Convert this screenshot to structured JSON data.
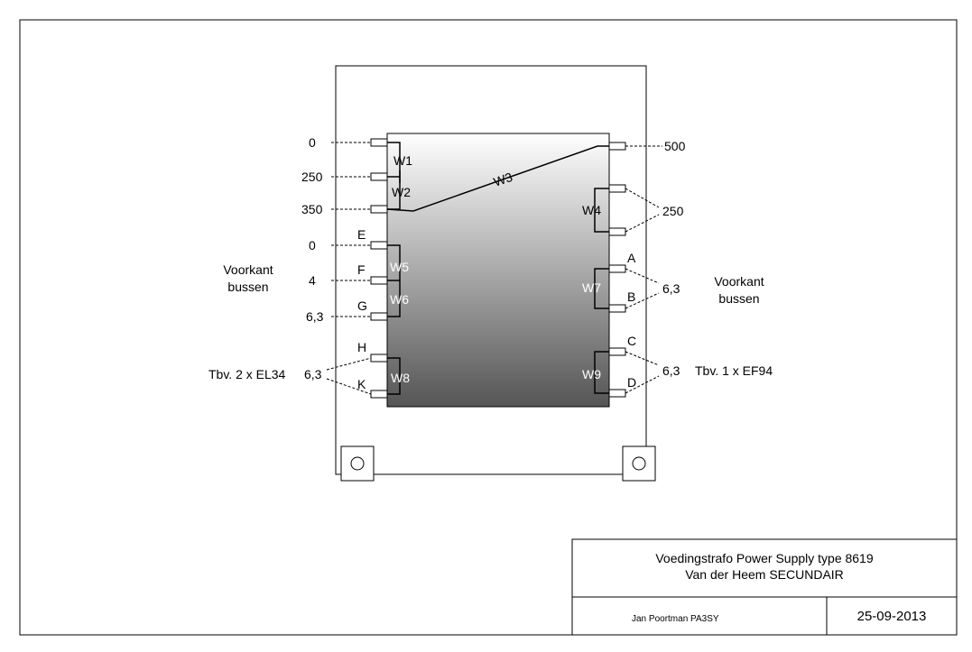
{
  "taps_left": [
    "0",
    "250",
    "350",
    "0",
    "4",
    "6,3",
    "6,3"
  ],
  "taps_right": [
    "500",
    "250",
    "6,3",
    "6,3"
  ],
  "windings": [
    "W1",
    "W2",
    "W3",
    "W4",
    "W5",
    "W6",
    "W7",
    "W8",
    "W9"
  ],
  "pin_letters": [
    "E",
    "F",
    "G",
    "H",
    "K",
    "A",
    "B",
    "C",
    "D"
  ],
  "side_labels": {
    "left_line1": "Voorkant",
    "left_line2": "bussen",
    "right_line1": "Voorkant",
    "right_line2": "bussen",
    "left_tube": "Tbv. 2 x EL34",
    "right_tube": "Tbv. 1 x EF94"
  },
  "title_block": {
    "title_line1": "Voedingstrafo Power Supply type 8619",
    "title_line2": "Van der Heem  SECUNDAIR",
    "author": "Jan Poortman  PA3SY",
    "date": "25-09-2013"
  }
}
